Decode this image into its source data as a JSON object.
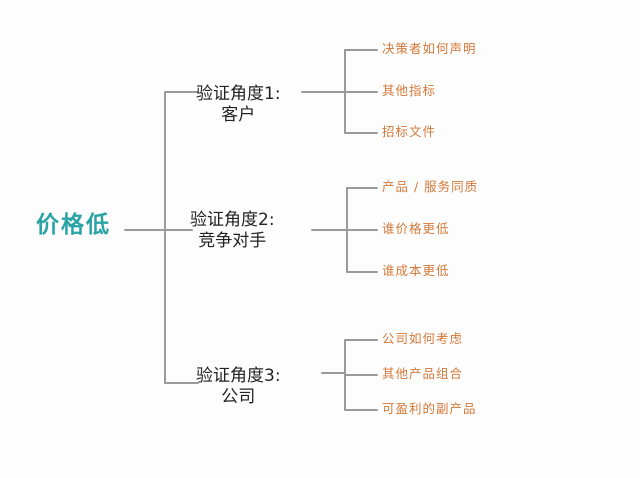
{
  "root": {
    "label": "价格低"
  },
  "branches": [
    {
      "line1": "验证角度1:",
      "line2": "客户",
      "items": [
        "决策者如何声明",
        "其他指标",
        "招标文件"
      ]
    },
    {
      "line1": "验证角度2:",
      "line2": "竞争对手",
      "items": [
        "产品 / 服务同质",
        "谁价格更低",
        "谁成本更低"
      ]
    },
    {
      "line1": "验证角度3:",
      "line2": "公司",
      "items": [
        "公司如何考虑",
        "其他产品组合",
        "可盈利的副产品"
      ]
    }
  ],
  "colors": {
    "root": "#2aa3a5",
    "leaf": "#d4793a",
    "line": "#999999"
  }
}
